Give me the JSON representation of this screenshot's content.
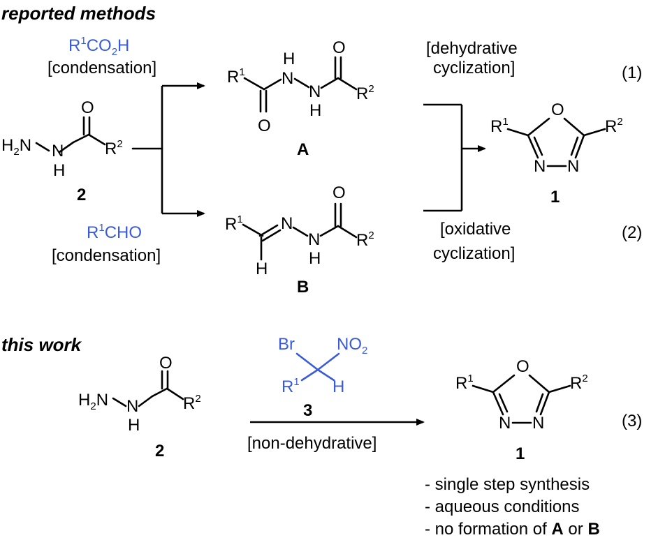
{
  "section1": {
    "title": "reported methods",
    "reagent_top": "R¹CO₂H",
    "condition_top": "[condensation]",
    "reagent_bottom": "R¹CHO",
    "condition_bottom": "[condensation]",
    "step_top_line1": "[dehydrative",
    "step_top_line2": "cyclization]",
    "step_bottom_line1": "[oxidative",
    "step_bottom_line2": "cyclization]",
    "eq1": "(1)",
    "eq2": "(2)",
    "label_A": "A",
    "label_B": "B",
    "label_1": "1",
    "label_2": "2"
  },
  "section2": {
    "title": "this work",
    "reagent_label": "3",
    "condition": "[non-dehydrative]",
    "eq3": "(3)",
    "label_1": "1",
    "label_2": "2",
    "bullets": [
      "- single step synthesis",
      "- aqueous conditions",
      "- no formation of ",
      "A",
      " or ",
      "B"
    ]
  },
  "colors": {
    "reagent": "#3a5bd9",
    "ink": "#000000"
  }
}
